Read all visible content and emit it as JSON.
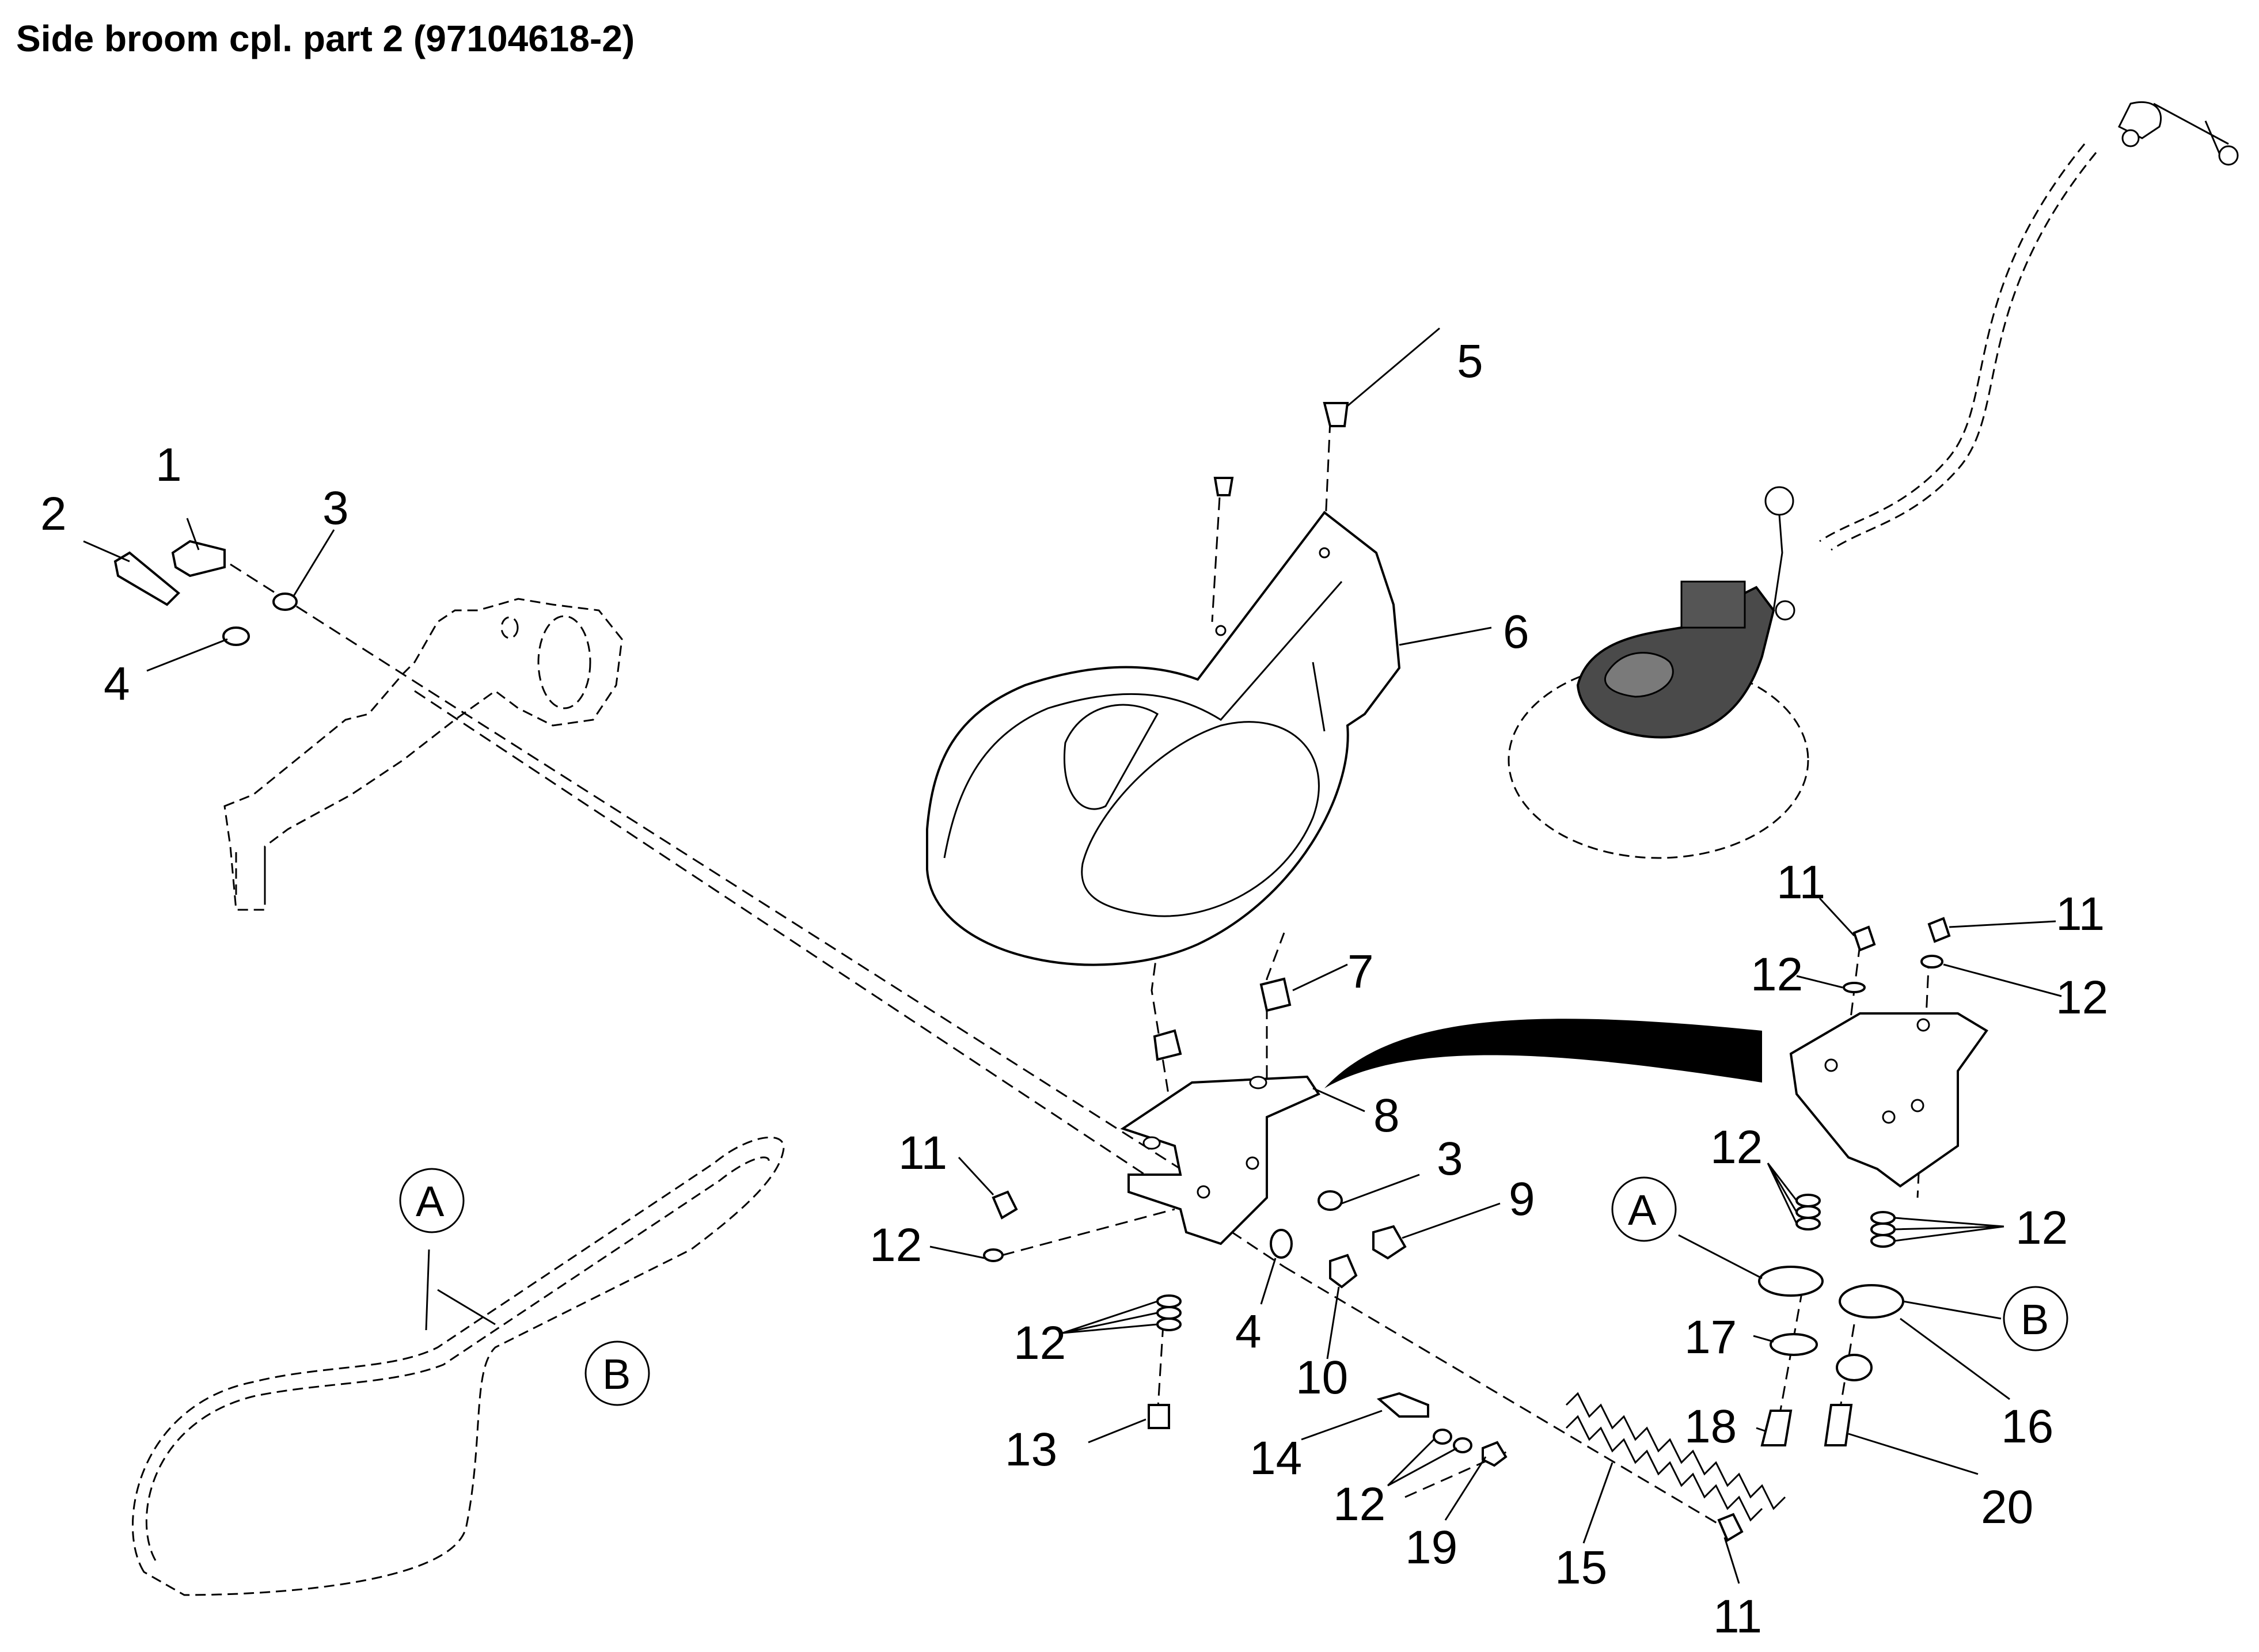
{
  "title": "Side broom cpl. part 2 (97104618-2)",
  "callouts": {
    "c1": "1",
    "c2": "2",
    "c3a": "3",
    "c3b": "3",
    "c4a": "4",
    "c4b": "4",
    "c5": "5",
    "c6": "6",
    "c7": "7",
    "c8": "8",
    "c9": "9",
    "c10": "10",
    "c11a": "11",
    "c11b": "11",
    "c11c": "11",
    "c11d": "11",
    "c12a": "12",
    "c12b": "12",
    "c12c": "12",
    "c12d": "12",
    "c12e": "12",
    "c12f": "12",
    "c12g": "12",
    "c13": "13",
    "c14": "14",
    "c15": "15",
    "c16": "16",
    "c17": "17",
    "c18": "18",
    "c19": "19",
    "c20": "20"
  },
  "detail_markers": {
    "a_left": "A",
    "b_left": "B",
    "a_right": "A",
    "b_right": "B"
  }
}
